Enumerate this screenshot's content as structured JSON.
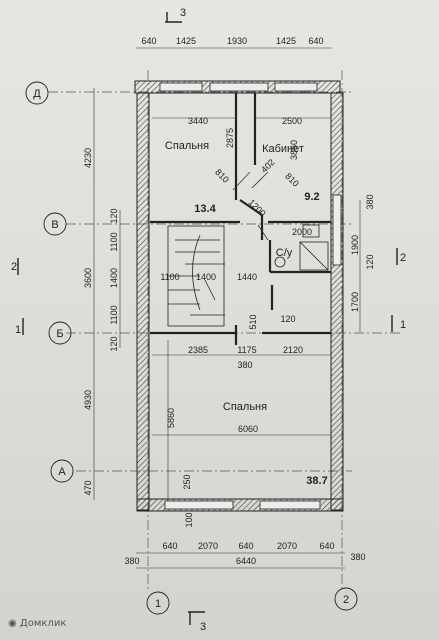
{
  "section_marks": {
    "top": "3",
    "bottom": "3",
    "left_upper": "2",
    "right_upper": "2",
    "left_lower": "1",
    "right_lower": "1"
  },
  "axes": {
    "d": "Д",
    "v": "В",
    "b": "Б",
    "a": "А",
    "one": "1",
    "two": "2"
  },
  "rooms": {
    "bedroom_top": "Спальня",
    "cabinet": "Кабинет",
    "wc": "С/у",
    "bedroom_bottom": "Спальня"
  },
  "areas": {
    "a1": "13.4",
    "a2": "9.2",
    "a3": "38.7"
  },
  "dims_top": [
    "640",
    "1425",
    "1930",
    "1425",
    "640"
  ],
  "dims_bottom_row1": [
    "640",
    "2070",
    "640",
    "2070",
    "640"
  ],
  "dims_bottom_row2": [
    "380",
    "6440",
    "380"
  ],
  "dims_left_outer": [
    "4230",
    "3600",
    "4930",
    "470"
  ],
  "dims_left_inner": [
    "120",
    "1100",
    "1400",
    "1100",
    "120"
  ],
  "dims_right": [
    "380",
    "1900",
    "120",
    "1700"
  ],
  "dims_interior": {
    "d3440": "3440",
    "d2500": "2500",
    "d2875": "2875",
    "d3850": "3850",
    "d810a": "810",
    "d402": "402",
    "d810b": "810",
    "d1200": "1200",
    "d2000": "2000",
    "d1100": "1100",
    "d1400": "1400",
    "d1440": "1440",
    "d510": "510",
    "d120": "120",
    "d2385": "2385",
    "d1175": "1175",
    "d2120": "2120",
    "d380": "380",
    "d5860": "5860",
    "d6060": "6060",
    "d250": "250",
    "d100": "100"
  },
  "watermark": "Домклик"
}
